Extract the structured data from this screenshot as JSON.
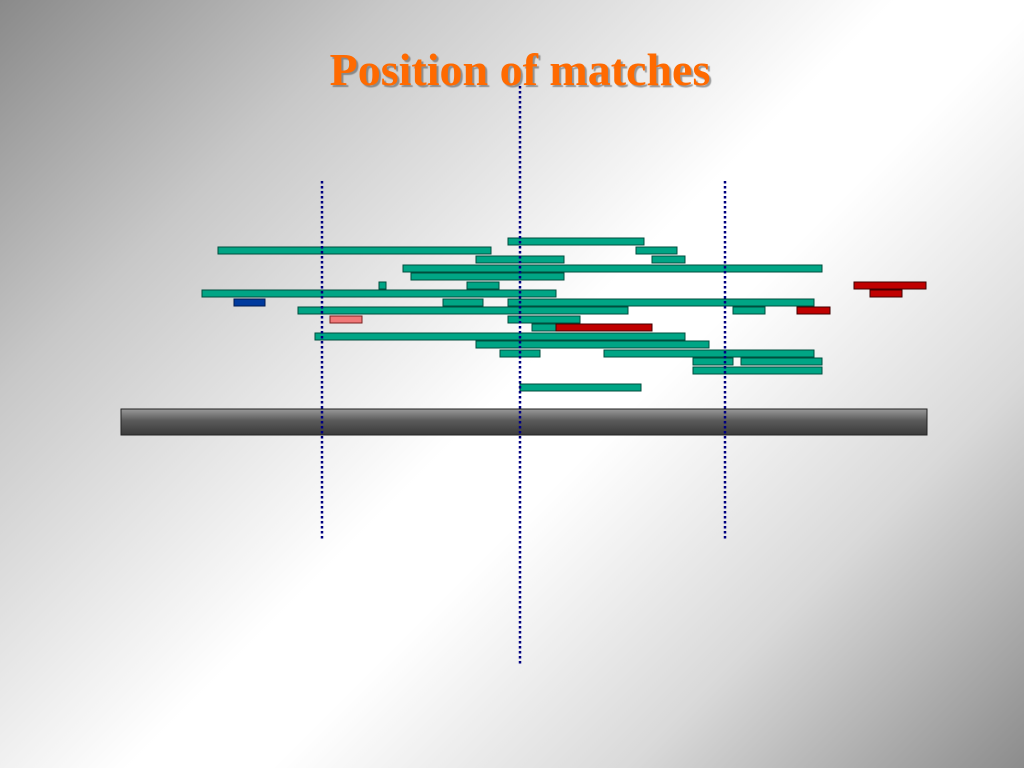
{
  "slide": {
    "title": "Position of matches"
  },
  "colors": {
    "title": "#ff6a00",
    "match": "#00a585",
    "match_border": "#004d3d",
    "match_dark_red": "#c00000",
    "match_pink": "#f07878",
    "match_blue": "#003a9e",
    "reference_fill": "#6a6a6a",
    "reference_border": "#222222",
    "marker_line": "#000080"
  },
  "legend": {
    "match_color_names": [
      "teal",
      "dark-red",
      "pink",
      "blue"
    ]
  }
}
